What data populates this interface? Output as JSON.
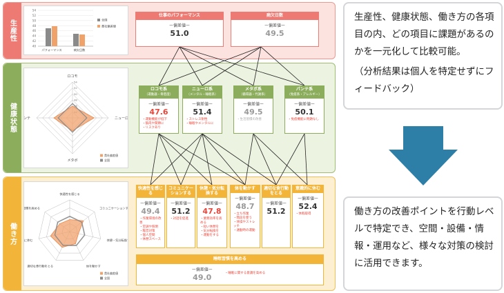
{
  "sections": [
    {
      "id": "productivity",
      "label": "生産性"
    },
    {
      "id": "health",
      "label": "健康状態"
    },
    {
      "id": "workstyle",
      "label": "働き方"
    }
  ],
  "productivity_chart": {
    "yticks": [
      "54",
      "52",
      "50",
      "48",
      "46",
      "44",
      "42",
      "40"
    ],
    "categories": [
      "パフォーマンス",
      "病欠日数"
    ],
    "legend": [
      "全国",
      "貴社偏差値"
    ],
    "colors": [
      "#8a8a8a",
      "#f0a26b"
    ]
  },
  "health_chart": {
    "axes": [
      "ロコモ",
      "ニューロ",
      "メタボ",
      "パンテ"
    ],
    "ticks": [
      "54",
      "52",
      "50",
      "48",
      "46",
      "44"
    ],
    "legend": [
      "貴社偏差値",
      "全国"
    ],
    "colors": [
      "#f0a26b",
      "#8a8a8a"
    ]
  },
  "workstyle_chart": {
    "axes": [
      "快適性を感じる",
      "コミュニケーションする",
      "休憩・気分転換する",
      "体を動かす",
      "適切な食行動をとる",
      "意識的に休む",
      "睡眠習慣を高める"
    ],
    "legend": [
      "貴社偏差値",
      "全国"
    ]
  },
  "score_label": "ー偏差値ー",
  "productivity_cards": [
    {
      "title": "仕事のパフォーマンス",
      "value": "51.0"
    },
    {
      "title": "病欠日数",
      "value": "49.5"
    }
  ],
  "health_cards": [
    {
      "title": "ロコモ系",
      "subtitle": "（運動器・骨密度）",
      "value": "47.6",
      "notes": [
        "・運動機能が低下",
        "・筋肉や関節に",
        "・リスクあり"
      ]
    },
    {
      "title": "ニューロ系",
      "subtitle": "（メンタル・睡眠系）",
      "value": "51.4",
      "notes": [
        "・ストレス耐性",
        "・睡眠やメンタルに"
      ]
    },
    {
      "title": "メタボ系",
      "subtitle": "（循環器・代謝系）",
      "value": "49.5",
      "notes": [
        "・生活習慣の改善"
      ]
    },
    {
      "title": "パンテ系",
      "subtitle": "（免疫系・アレルギー）",
      "value": "50.1",
      "notes": [
        "・免疫機能に問題なし"
      ]
    }
  ],
  "work_cards": [
    {
      "title": "快適性を感じる",
      "value": "49.4",
      "notes": [
        "・作業環境の改善",
        "・空調や照明",
        "・騒音対策",
        "・個人空間",
        "・休憩スペース"
      ]
    },
    {
      "title": "コミュニケーションする",
      "value": "51.2",
      "notes": [
        "・対話を促進"
      ]
    },
    {
      "title": "休憩・気分転換する",
      "value": "47.8",
      "notes": [
        "・業務効率を高める",
        "・短い休憩を",
        "・気分転換を",
        "・運動をする"
      ]
    },
    {
      "title": "体を動かす",
      "value": "48.7",
      "notes": [
        "・立ち作業",
        "・階段を使う",
        "・体操やストレッチ",
        "・通勤時の運動"
      ]
    },
    {
      "title": "適切な食行動をとる",
      "value": "51.2",
      "notes": []
    },
    {
      "title": "意識的に休む",
      "value": "52.4",
      "notes": [
        "・休暇取得"
      ]
    }
  ],
  "sleep_card": {
    "title": "睡眠習慣を高める",
    "value": "49.0",
    "note": "・睡眠に関する意識を高める"
  },
  "info_top": {
    "main": "生産性、健康状態、働き方の各項目の内、どの項目に課題があるのかを一元化して比較可能。",
    "sub": "（分析結果は個人を特定せずにフィードバック）"
  },
  "info_bottom": "働き方の改善ポイントを行動レベルで特定でき、空間・設備・情報・運用など、様々な対策の検討に活用できます。",
  "arrow_color": "#2d7fa8"
}
